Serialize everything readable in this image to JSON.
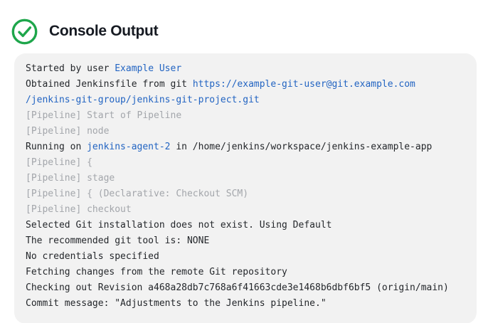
{
  "header": {
    "title": "Console Output",
    "status_icon": "check-circle",
    "status": "success"
  },
  "colors": {
    "success_green": "#1ea64b",
    "link_blue": "#2264c2",
    "muted_gray": "#a3a6ab",
    "plain_text": "#24272b",
    "console_background": "#f2f2f2"
  },
  "console": {
    "lines": [
      {
        "segments": [
          {
            "text": "Started by user ",
            "style": "plain"
          },
          {
            "text": "Example User",
            "style": "link"
          }
        ]
      },
      {
        "segments": [
          {
            "text": "Obtained Jenkinsfile from git ",
            "style": "plain"
          },
          {
            "text": "https://example-git-user@git.example.com",
            "style": "link"
          }
        ]
      },
      {
        "segments": [
          {
            "text": "/jenkins-git-group/jenkins-git-project.git",
            "style": "link"
          }
        ]
      },
      {
        "segments": [
          {
            "text": "[Pipeline] Start of Pipeline",
            "style": "muted"
          }
        ]
      },
      {
        "segments": [
          {
            "text": "[Pipeline] node",
            "style": "muted"
          }
        ]
      },
      {
        "segments": [
          {
            "text": "Running on ",
            "style": "plain"
          },
          {
            "text": "jenkins-agent-2",
            "style": "link"
          },
          {
            "text": " in /home/jenkins/workspace/jenkins-example-app",
            "style": "plain"
          }
        ]
      },
      {
        "segments": [
          {
            "text": "[Pipeline] {",
            "style": "muted"
          }
        ]
      },
      {
        "segments": [
          {
            "text": "[Pipeline] stage",
            "style": "muted"
          }
        ]
      },
      {
        "segments": [
          {
            "text": "[Pipeline] { (Declarative: Checkout SCM)",
            "style": "muted"
          }
        ]
      },
      {
        "segments": [
          {
            "text": "[Pipeline] checkout",
            "style": "muted"
          }
        ]
      },
      {
        "segments": [
          {
            "text": "Selected Git installation does not exist. Using Default",
            "style": "plain"
          }
        ]
      },
      {
        "segments": [
          {
            "text": "The recommended git tool is: NONE",
            "style": "plain"
          }
        ]
      },
      {
        "segments": [
          {
            "text": "No credentials specified",
            "style": "plain"
          }
        ]
      },
      {
        "segments": [
          {
            "text": "Fetching changes from the remote Git repository",
            "style": "plain"
          }
        ]
      },
      {
        "segments": [
          {
            "text": "Checking out Revision a468a28db7c768a6f41663cde3e1468b6dbf6bf5 (origin/main)",
            "style": "plain"
          }
        ]
      },
      {
        "segments": [
          {
            "text": "Commit message: \"Adjustments to the Jenkins pipeline.\"",
            "style": "plain"
          }
        ]
      }
    ]
  }
}
